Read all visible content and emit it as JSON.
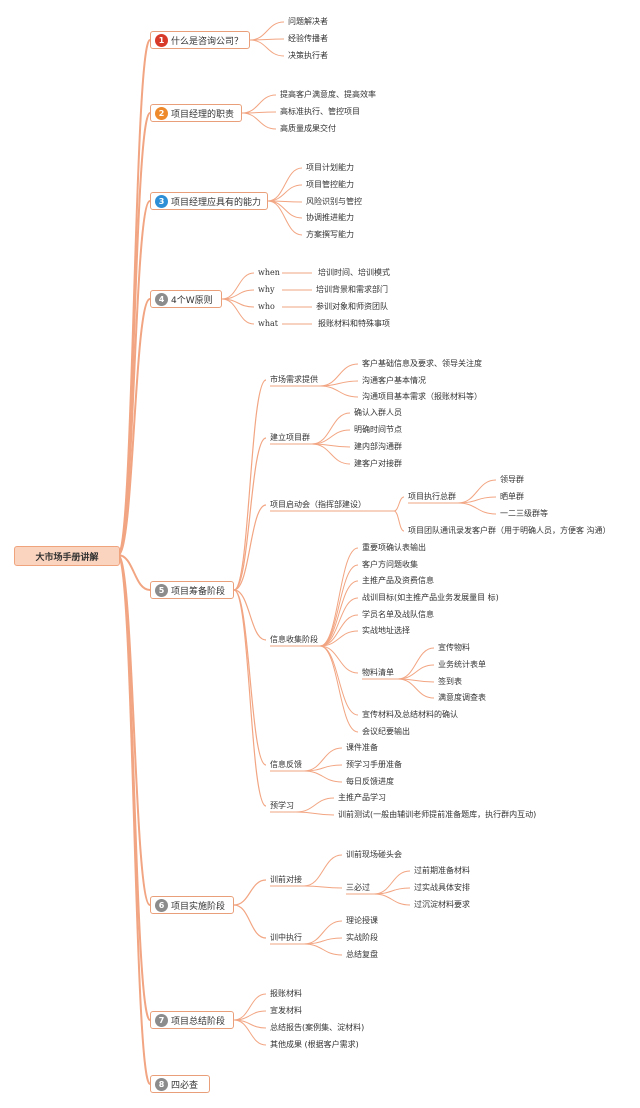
{
  "root": "大市场手册讲解",
  "colors": {
    "line": "#f2a582",
    "badge_red": "#d83a2a",
    "badge_orange": "#ee8a2c",
    "badge_blue": "#2f8fd6",
    "badge_gray": "#8c8c8c"
  },
  "l1": [
    {
      "num": "1",
      "label": "什么是咨询公司？",
      "children": [
        "问题解决者",
        "经验传播者",
        "决策执行者"
      ]
    },
    {
      "num": "2",
      "label": "项目经理的职责",
      "children": [
        "提高客户满意度、提高效率",
        "高标准执行、管控项目",
        "高质量成果交付"
      ]
    },
    {
      "num": "3",
      "label": "项目经理应具有的能力",
      "children": [
        "项目计划能力",
        "项目管控能力",
        "风险识别与管控",
        "协调推进能力",
        "方案撰写能力"
      ]
    },
    {
      "num": "4",
      "label": "4个W原则",
      "children": [
        {
          "key": "when",
          "value": "培训时间、培训模式"
        },
        {
          "key": "why",
          "value": "培训背景和需求部门"
        },
        {
          "key": "who",
          "value": "参训对象和师资团队"
        },
        {
          "key": "what",
          "value": "报账材料和特殊事项"
        }
      ]
    },
    {
      "num": "5",
      "label": "项目筹备阶段",
      "children": [
        {
          "label": "市场需求提供",
          "children": [
            "客户基础信息及要求、领导关注度",
            "沟通客户基本情况",
            "沟通项目基本需求（报账材料等）"
          ]
        },
        {
          "label": "建立项目群",
          "children": [
            "确认入群人员",
            "明确时间节点",
            "建内部沟通群",
            "建客户对接群"
          ]
        },
        {
          "label": "项目启动会（指挥部建设）",
          "children": [
            {
              "label": "项目执行总群",
              "children": [
                "领导群",
                "晒单群",
                "一二三级群等"
              ]
            },
            {
              "label": "项目团队通讯录发客户群（用于明确人员，方便客 沟通）"
            }
          ]
        },
        {
          "label": "信息收集阶段",
          "children": [
            "重要项确认表输出",
            "客户方问题收集",
            "主推产品及资费信息",
            "战训目标(如主推产品业务发展量目 标)",
            "学员名单及战队信息",
            "实战地址选择",
            {
              "label": "物料清单",
              "children": [
                "宣传物料",
                "业务统计表单",
                "签到表",
                "满意度调查表"
              ]
            },
            "宣传材料及总结材料的确认",
            "会议纪要输出"
          ]
        },
        {
          "label": "信息反馈",
          "children": [
            "课件准备",
            "预学习手册准备",
            "每日反馈进度"
          ]
        },
        {
          "label": "预学习",
          "children": [
            "主推产品学习",
            "训前测试(一般由辅训老师提前准备题库，执行群内互动)"
          ]
        }
      ]
    },
    {
      "num": "6",
      "label": "项目实施阶段",
      "children": [
        {
          "label": "训前对接",
          "children": [
            "训前现场碰头会",
            {
              "label": "三必过",
              "children": [
                "过前期准备材料",
                "过实战具体安排",
                "过沉淀材料要求"
              ]
            }
          ]
        },
        {
          "label": "训中执行",
          "children": [
            "理论授课",
            "实战阶段",
            "总结复盘"
          ]
        }
      ]
    },
    {
      "num": "7",
      "label": "项目总结阶段",
      "children": [
        "报账材料",
        "宣发材料",
        "总结报告(案例集、淀材料)",
        "其他成果 (根据客户需求)"
      ]
    },
    {
      "num": "8",
      "label": "四必查",
      "children": []
    }
  ]
}
